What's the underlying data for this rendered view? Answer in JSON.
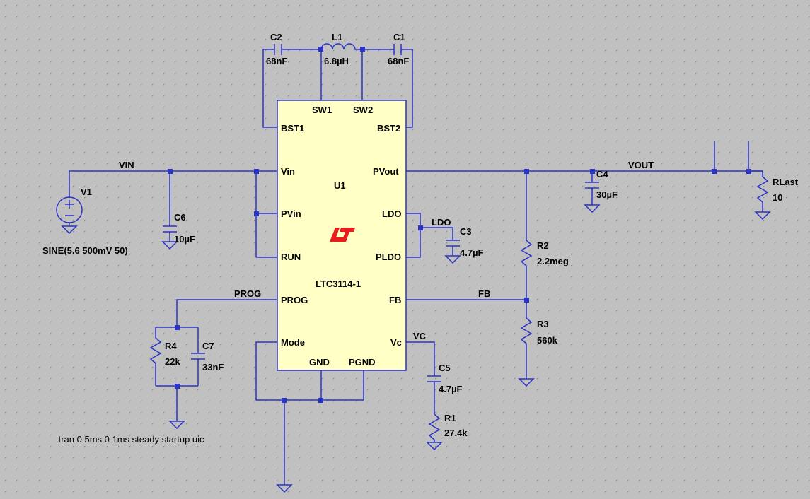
{
  "colors": {
    "background": "#c0c0c0",
    "grid_dot": "#8a8a8a",
    "wire": "#2a33c8",
    "ic_fill": "#ffffc6",
    "logo": "#e81c1c"
  },
  "ic": {
    "name": "U1",
    "part": "LTC3114-1",
    "logo": "LT-logo-icon",
    "pins": {
      "sw1": "SW1",
      "sw2": "SW2",
      "bst1": "BST1",
      "bst2": "BST2",
      "vin": "Vin",
      "pvin": "PVin",
      "run": "RUN",
      "prog": "PROG",
      "mode": "Mode",
      "gnd": "GND",
      "pgnd": "PGND",
      "pvout": "PVout",
      "ldo": "LDO",
      "pldo": "PLDO",
      "fb": "FB",
      "vc": "Vc"
    }
  },
  "components": {
    "c1": {
      "name": "C1",
      "value": "68nF"
    },
    "c2": {
      "name": "C2",
      "value": "68nF"
    },
    "l1": {
      "name": "L1",
      "value": "6.8µH"
    },
    "c3": {
      "name": "C3",
      "value": "4.7µF"
    },
    "c4": {
      "name": "C4",
      "value": "30µF"
    },
    "c5": {
      "name": "C5",
      "value": "4.7µF"
    },
    "c6": {
      "name": "C6",
      "value": "10µF"
    },
    "c7": {
      "name": "C7",
      "value": "33nF"
    },
    "r1": {
      "name": "R1",
      "value": "27.4k"
    },
    "r2": {
      "name": "R2",
      "value": "2.2meg"
    },
    "r3": {
      "name": "R3",
      "value": "560k"
    },
    "r4": {
      "name": "R4",
      "value": "22k"
    },
    "rlast": {
      "name": "RLast",
      "value": "10"
    },
    "v1": {
      "name": "V1",
      "value": "SINE(5.6 500mV 50)"
    }
  },
  "nets": {
    "vin": "VIN",
    "vout": "VOUT",
    "ldo": "LDO",
    "prog": "PROG",
    "fb": "FB",
    "vc": "VC"
  },
  "directive": ".tran 0 5ms 0 1ms steady startup uic"
}
